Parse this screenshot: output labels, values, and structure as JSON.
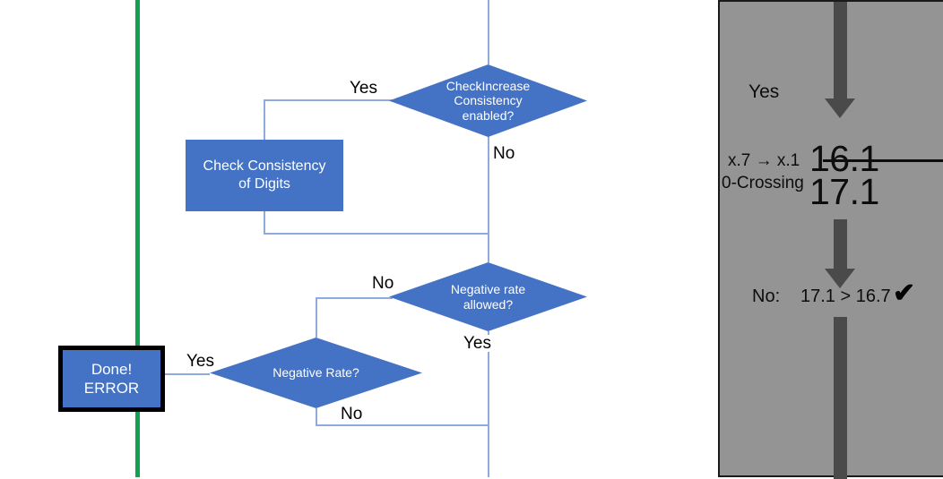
{
  "flowchart": {
    "nodes": {
      "check_increase": {
        "line1": "CheckIncrease",
        "line2": "Consistency",
        "line3": "enabled?"
      },
      "check_consistency": {
        "line1": "Check Consistency",
        "line2": "of Digits"
      },
      "negative_allowed": {
        "line1": "Negative rate",
        "line2": "allowed?"
      },
      "negative_rate": {
        "line1": "Negative Rate?"
      },
      "done_error": {
        "line1": "Done!",
        "line2": "ERROR"
      }
    },
    "edges": {
      "check_increase_yes": "Yes",
      "check_increase_no": "No",
      "negative_allowed_no": "No",
      "negative_allowed_yes": "Yes",
      "negative_rate_yes": "Yes",
      "negative_rate_no": "No"
    },
    "colors": {
      "node_fill": "#4472C4",
      "connector": "#8FAADC",
      "divider_green": "#14A052",
      "node_text": "#ffffff"
    }
  },
  "panel": {
    "background": "#949494",
    "arrow_color": "#4A4A4A",
    "yes_label": "Yes",
    "rule_label_1": "x.7 → x.1",
    "rule_label_2": "0-Crossing",
    "value_struck": "16.1",
    "value_current": "17.1",
    "result_prefix": "No:",
    "result_comparison": "17.1 > 16.7",
    "result_check": "✔"
  }
}
